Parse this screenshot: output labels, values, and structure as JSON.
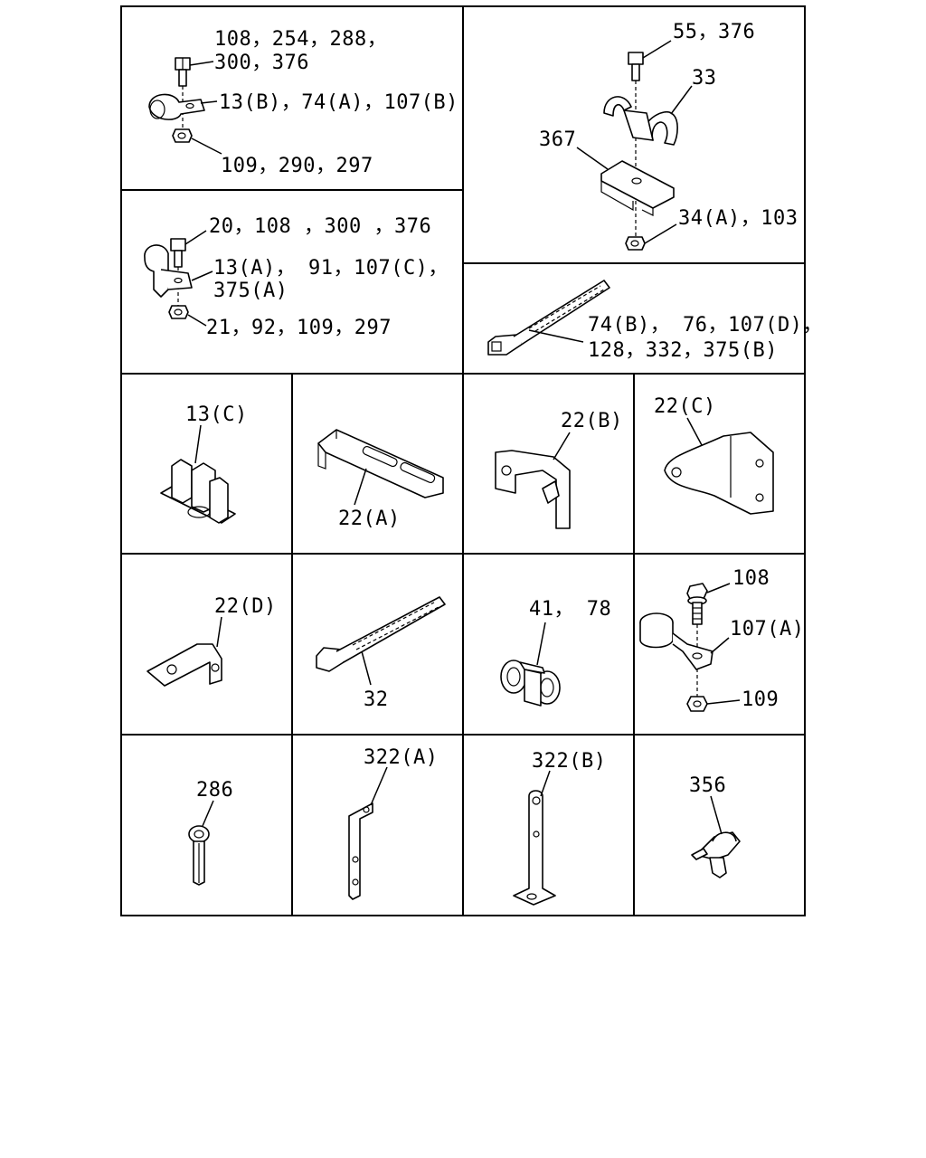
{
  "diagram": {
    "cells": [
      {
        "id": "cell-1",
        "labels": [
          "108，254，288，",
          "300，376",
          "13(B)，74(A)，107(B)",
          "109，290，297"
        ]
      },
      {
        "id": "cell-2",
        "labels": [
          "55，376",
          "33",
          "367",
          "34(A)，103"
        ]
      },
      {
        "id": "cell-3",
        "labels": [
          "20，108 ，300 ，376",
          "13(A)， 91，107(C)，",
          "375(A)",
          "21，92，109，297"
        ]
      },
      {
        "id": "cell-4",
        "labels": [
          "74(B)， 76，107(D)，",
          "128，332，375(B)"
        ]
      },
      {
        "id": "cell-5",
        "labels": [
          "13(C)"
        ]
      },
      {
        "id": "cell-6",
        "labels": [
          "22(A)"
        ]
      },
      {
        "id": "cell-7",
        "labels": [
          "22(B)"
        ]
      },
      {
        "id": "cell-8",
        "labels": [
          "22(C)"
        ]
      },
      {
        "id": "cell-9",
        "labels": [
          "22(D)"
        ]
      },
      {
        "id": "cell-10",
        "labels": [
          "32"
        ]
      },
      {
        "id": "cell-11",
        "labels": [
          "41， 78"
        ]
      },
      {
        "id": "cell-12",
        "labels": [
          "108",
          "107(A)",
          "109"
        ]
      },
      {
        "id": "cell-13",
        "labels": [
          "286"
        ]
      },
      {
        "id": "cell-14",
        "labels": [
          "322(A)"
        ]
      },
      {
        "id": "cell-15",
        "labels": [
          "322(B)"
        ]
      },
      {
        "id": "cell-16",
        "labels": [
          "356"
        ]
      }
    ]
  }
}
